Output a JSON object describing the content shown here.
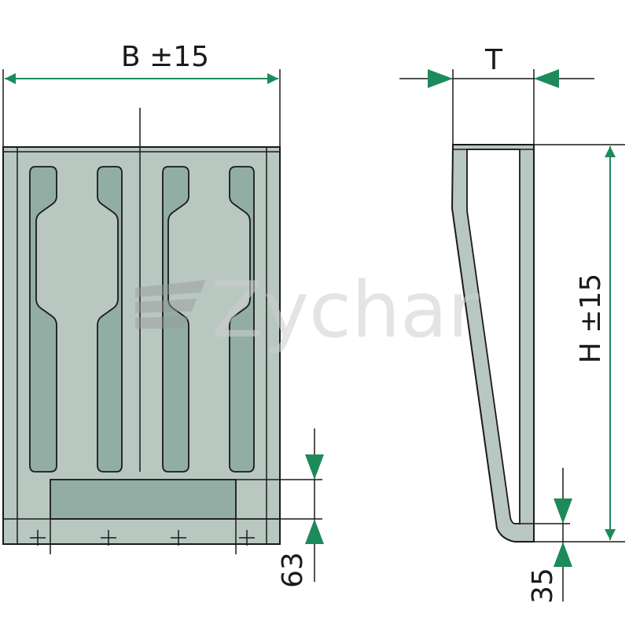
{
  "dimensions": {
    "width_label": "B",
    "width_tolerance": "±15",
    "thickness_label": "T",
    "height_label": "H",
    "height_tolerance": "±15",
    "bottom_band_height": "63",
    "toe_height": "35"
  },
  "watermark": {
    "text": "Zychar"
  },
  "colors": {
    "plate_fill": "#b9c7c1",
    "slot_fill": "#92ada4",
    "outline": "#1a1a1a",
    "dimension_arrow": "#1d8a5a"
  }
}
